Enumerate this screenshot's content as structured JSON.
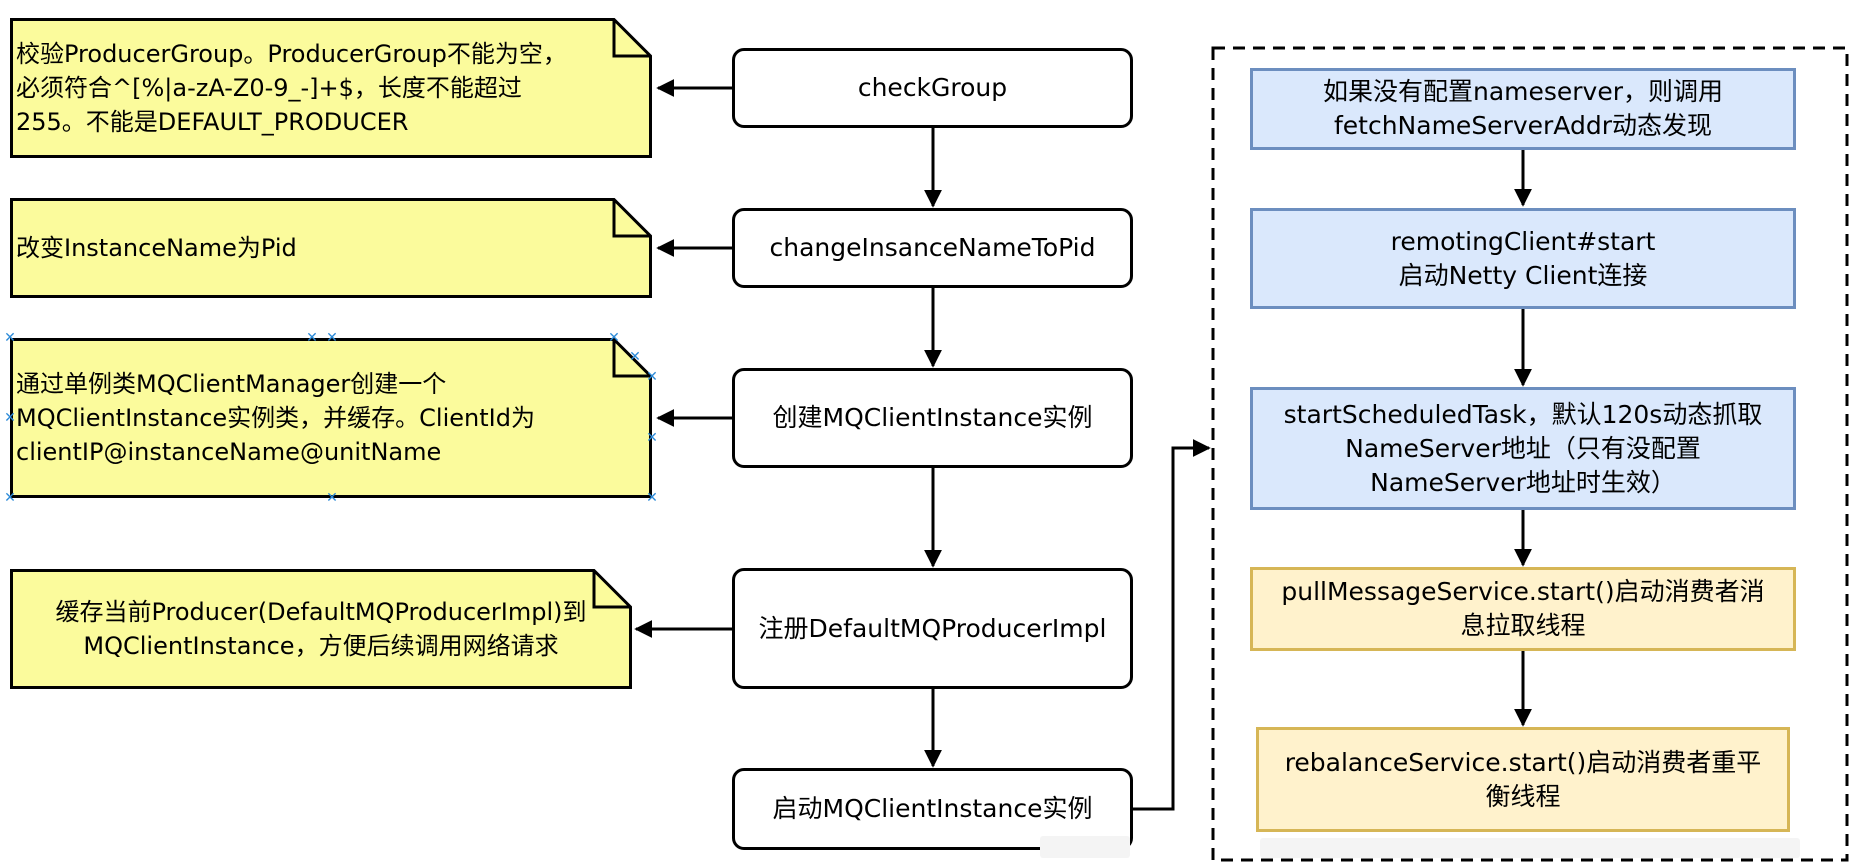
{
  "flow_steps": [
    {
      "id": "checkGroup",
      "label": "checkGroup"
    },
    {
      "id": "changeInstanceName",
      "label": "changeInsanceNameToPid"
    },
    {
      "id": "createInstance",
      "label": "创建MQClientInstance实例"
    },
    {
      "id": "registerProducer",
      "label": "注册DefaultMQProducerImpl"
    },
    {
      "id": "startInstance",
      "label": "启动MQClientInstance实例"
    }
  ],
  "notes": [
    {
      "id": "note-checkgroup",
      "text": "校验ProducerGroup。ProducerGroup不能为空，\n必须符合^[%|a-zA-Z0-9_-]+$，长度不能超过\n255。不能是DEFAULT_PRODUCER"
    },
    {
      "id": "note-instancename",
      "text": "改变InstanceName为Pid"
    },
    {
      "id": "note-clientinstance",
      "text": "通过单例类MQClientManager创建一个\nMQClientInstance实例类，并缓存。ClientId为\nclientIP@instanceName@unitName"
    },
    {
      "id": "note-cache-producer",
      "text": "缓存当前Producer(DefaultMQProducerImpl)到\nMQClientInstance，方便后续调用网络请求"
    }
  ],
  "start_steps": [
    {
      "id": "fetch-nameserver",
      "style": "blue",
      "label": "如果没有配置nameserver，则调用\nfetchNameServerAddr动态发现"
    },
    {
      "id": "remoting-start",
      "style": "blue",
      "label": "remotingClient#start\n启动Netty Client连接"
    },
    {
      "id": "scheduled-task",
      "style": "blue",
      "label": "startScheduledTask，默认120s动态抓取\nNameServer地址（只有没配置\nNameServer地址时生效）"
    },
    {
      "id": "pull-message",
      "style": "yellow",
      "label": "pullMessageService.start()启动消费者消\n息拉取线程"
    },
    {
      "id": "rebalance",
      "style": "yellow",
      "label": "rebalanceService.start()启动消费者重平\n衡线程"
    }
  ],
  "colors": {
    "note_fill": "#fbfb9c",
    "blue_fill": "#dae8fc",
    "blue_stroke": "#6c8ebf",
    "yellow_fill": "#fff2cc",
    "yellow_stroke": "#d6b656",
    "line": "#000000",
    "handle": "#2b8ad8"
  }
}
